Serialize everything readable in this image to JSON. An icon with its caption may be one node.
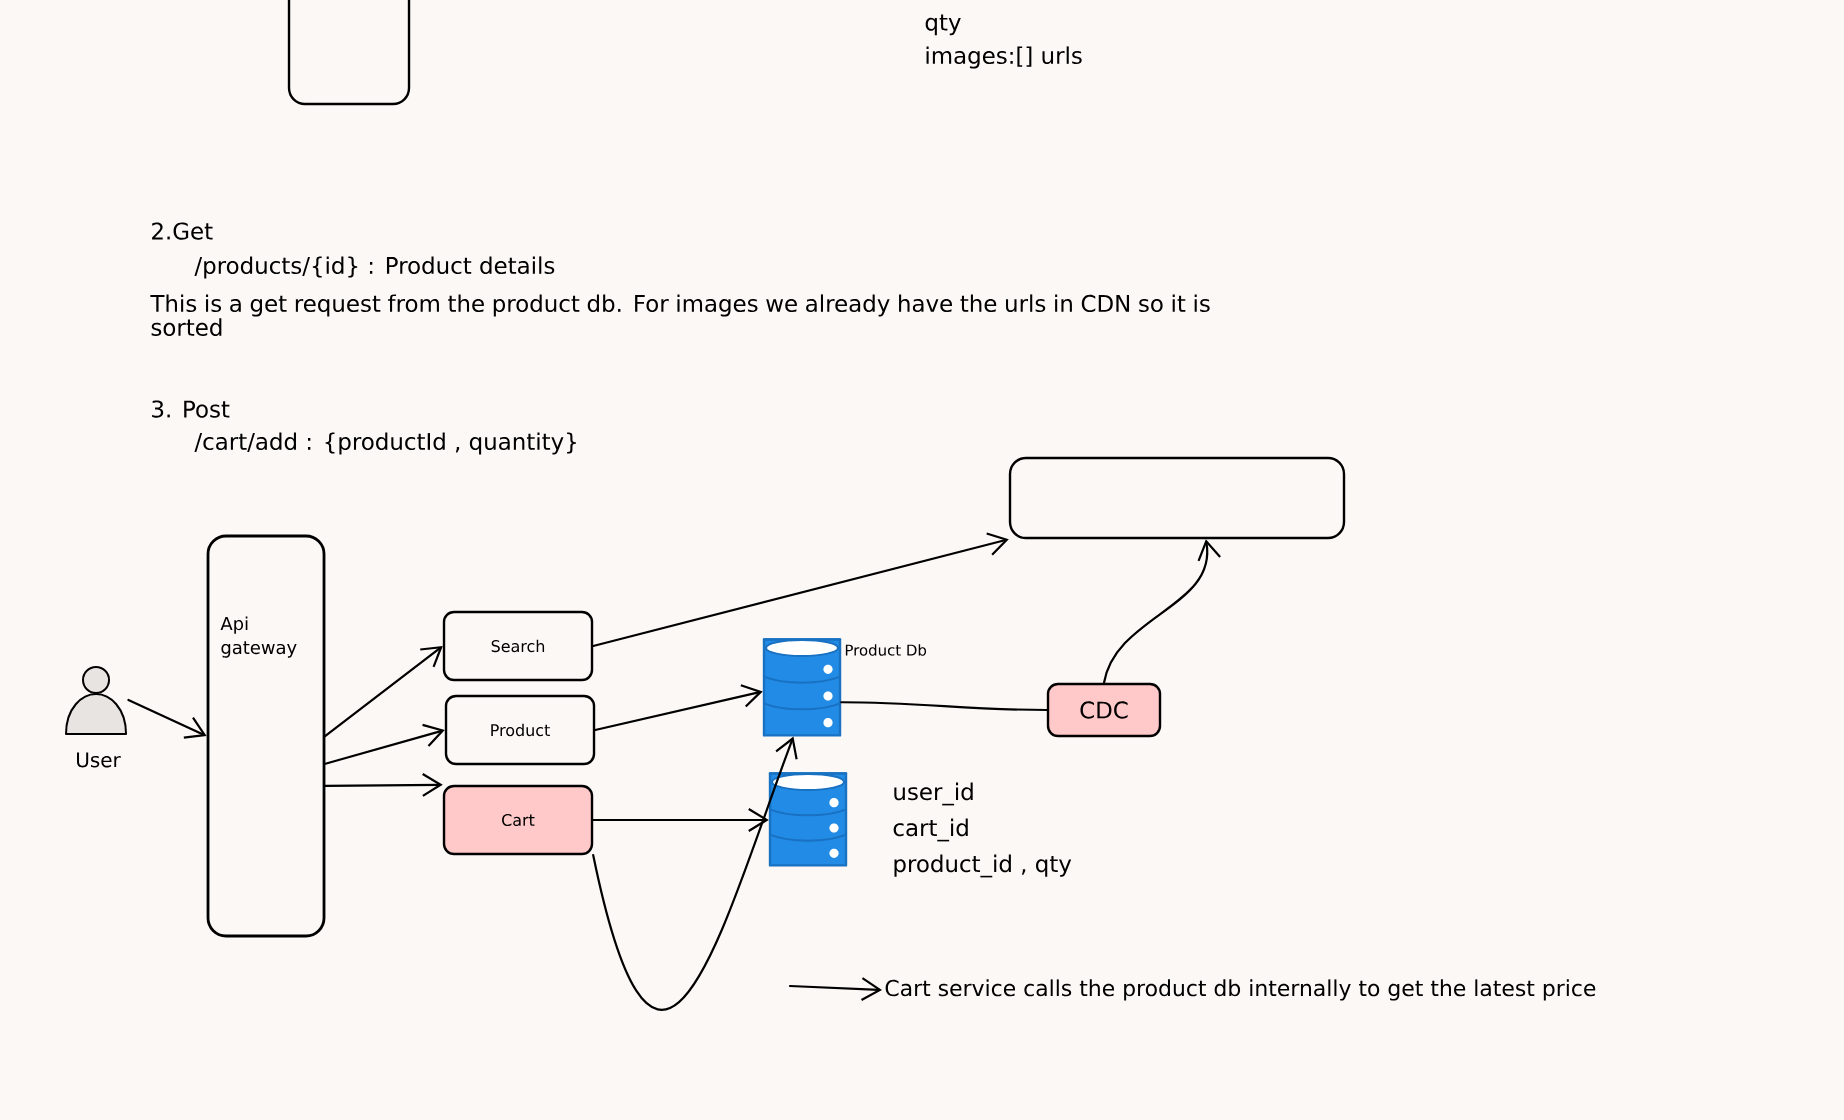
{
  "diagram": {
    "nodes": [
      {
        "text": [],
        "shape": "box"
      },
      {
        "text": [
          "User"
        ]
      },
      {
        "text": [
          "Api gateway"
        ]
      },
      {
        "text": [
          "Search"
        ]
      },
      {
        "text": [
          "Product"
        ]
      },
      {
        "text": [
          "Cart"
        ]
      },
      {
        "text": [],
        "shape": "box"
      },
      {
        "text": [
          "Product Db"
        ]
      },
      {
        "text": [
          "user_id",
          "cart_id",
          "product_id , qty"
        ]
      },
      {
        "text": [
          "CDC"
        ]
      },
      {
        "text": [
          "Cart service calls the product db internally to get the latest price"
        ]
      }
    ],
    "edges": [
      {
        "from": 1,
        "to": 2,
        "arrow": "to"
      },
      {
        "from": 2,
        "to": 3,
        "arrow": "to"
      },
      {
        "from": 2,
        "to": 4,
        "arrow": "to"
      },
      {
        "from": 2,
        "to": 5,
        "arrow": "to"
      },
      {
        "from": 3,
        "to": 6,
        "arrow": "to"
      },
      {
        "from": 4,
        "to": 7,
        "arrow": "to"
      },
      {
        "from": 5,
        "to": 8,
        "arrow": "to"
      },
      {
        "from": 7,
        "to": 9,
        "arrow": "none"
      },
      {
        "from": 9,
        "to": 6,
        "arrow": "to"
      },
      {
        "from": 5,
        "to": 7,
        "arrow": "to"
      },
      {
        "from": null,
        "to": 10,
        "arrow": "to"
      }
    ],
    "labels": [
      "qty",
      "images:[] urls",
      "2.Get",
      "/products/{id} : Product details",
      "This is a get request from the product db. For images we already have the urls in CDN so it is sorted",
      "3. Post",
      "/cart/add : {productId , quantity}"
    ]
  }
}
